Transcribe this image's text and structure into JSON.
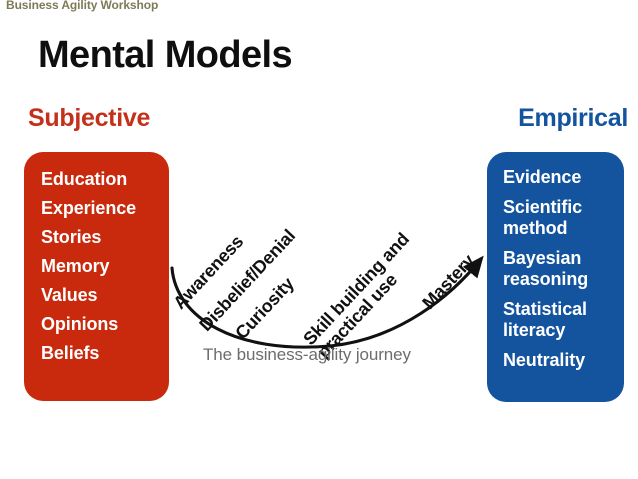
{
  "banner": {
    "label": "Business Agility Workshop",
    "color": "#7e7a57"
  },
  "title": "Mental Models",
  "columns": {
    "left": {
      "heading": "Subjective",
      "heading_color": "#c4301a",
      "panel_color": "#c92a0d",
      "items": [
        "Education",
        "Experience",
        "Stories",
        "Memory",
        "Values",
        "Opinions",
        "Beliefs"
      ]
    },
    "right": {
      "heading": "Empirical",
      "heading_color": "#14539e",
      "panel_color": "#14539e",
      "items": [
        "Evidence",
        "Scientific\nmethod",
        "Bayesian\nreasoning",
        "Statistical\nliteracy",
        "Neutrality"
      ]
    }
  },
  "journey": {
    "caption": "The business-agility journey",
    "caption_color": "#6d6d6d",
    "arrow_color": "#111111",
    "stages": [
      "Awareness",
      "Disbelief/Denial",
      "Curiosity",
      "Skill building and\npractical use",
      "Mastery"
    ]
  }
}
